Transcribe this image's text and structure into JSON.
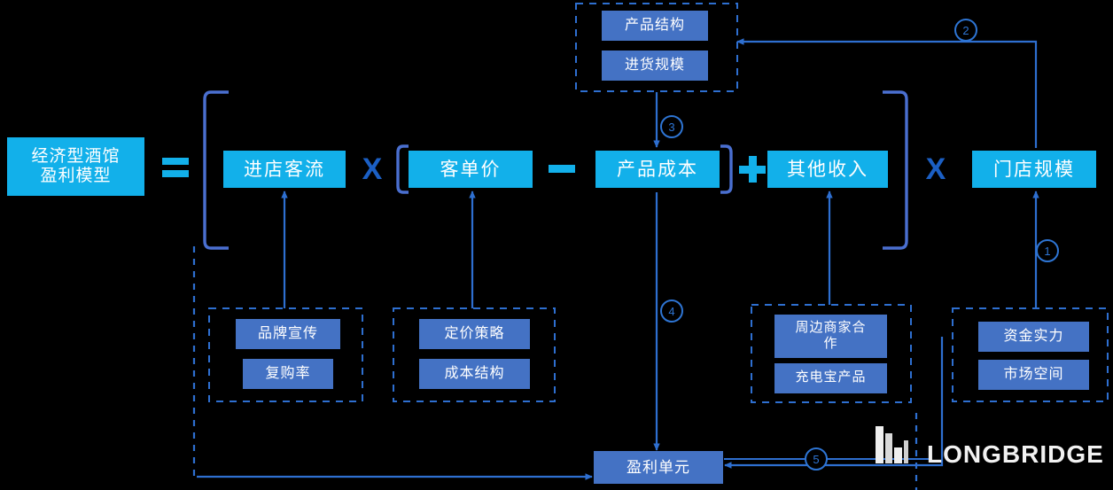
{
  "diagram": {
    "title": "经济型酒馆盈利模型",
    "root": {
      "label_line1": "经济型酒馆",
      "label_line2": "盈利模型"
    },
    "operators": {
      "equals": "=",
      "multiply_1": "X",
      "minus": "—",
      "plus": "+",
      "multiply_2": "X"
    },
    "primary_nodes": [
      {
        "id": "traffic",
        "label": "进店客流"
      },
      {
        "id": "aov",
        "label": "客单价"
      },
      {
        "id": "cost",
        "label": "产品成本"
      },
      {
        "id": "other",
        "label": "其他收入"
      },
      {
        "id": "stores",
        "label": "门店规模"
      }
    ],
    "profit_unit": {
      "label": "盈利单元"
    },
    "groups": [
      {
        "id": "cost-drivers-top",
        "items": [
          {
            "label": "产品结构"
          },
          {
            "label": "进货规模"
          }
        ]
      },
      {
        "id": "traffic-drivers",
        "items": [
          {
            "label": "品牌宣传"
          },
          {
            "label": "复购率"
          }
        ]
      },
      {
        "id": "aov-drivers",
        "items": [
          {
            "label": "定价策略"
          },
          {
            "label": "成本结构"
          }
        ]
      },
      {
        "id": "other-income-drivers",
        "items": [
          {
            "label": "周边商家合作"
          },
          {
            "label": "充电宝产品"
          }
        ]
      },
      {
        "id": "store-scale-drivers",
        "items": [
          {
            "label": "资金实力"
          },
          {
            "label": "市场空间"
          }
        ]
      }
    ],
    "flow_markers": [
      {
        "id": "marker-1",
        "label": "1"
      },
      {
        "id": "marker-2",
        "label": "2"
      },
      {
        "id": "marker-3",
        "label": "3"
      },
      {
        "id": "marker-4",
        "label": "4"
      },
      {
        "id": "marker-5",
        "label": "5"
      }
    ],
    "brand": {
      "name": "LONGBRIDGE"
    },
    "colors": {
      "background": "#000000",
      "primary_node": "#12B0EA",
      "secondary_node": "#4472C4",
      "line": "#2E6FD0",
      "dashed_group": "#2E6FD0",
      "marker": "#2E75D4",
      "text": "#FFFFFF"
    }
  }
}
